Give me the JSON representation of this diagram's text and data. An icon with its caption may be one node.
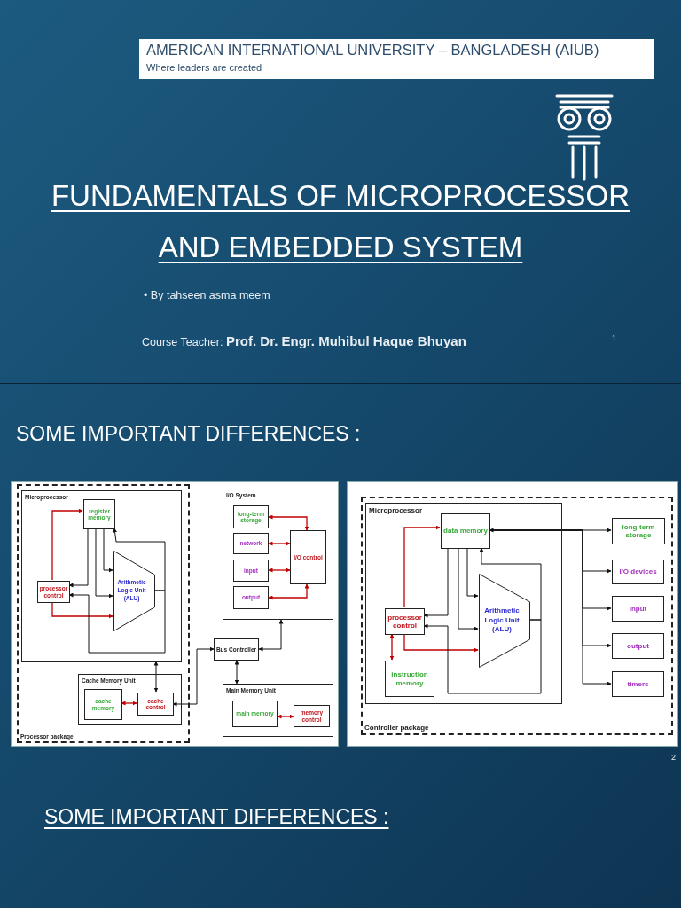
{
  "diagram": {
    "title": "FUNDAMENTALS OF MICROPROCESSOR AND EMBEDDED SYSTEM",
    "nodes": [
      {
        "text": [
          "Processor package"
        ]
      },
      {
        "text": [
          "Microprocessor"
        ],
        "in": 0
      },
      {
        "text": [
          "register memory"
        ],
        "in": 1
      },
      {
        "text": [
          "processor control"
        ],
        "in": 1
      },
      {
        "text": [
          "Arithmetic Logic Unit (ALU)"
        ],
        "in": 1
      },
      {
        "text": [
          "Cache Memory Unit"
        ],
        "in": 0
      },
      {
        "text": [
          "cache memory"
        ],
        "in": 5
      },
      {
        "text": [
          "cache control"
        ],
        "in": 5
      },
      {
        "text": [
          "I/O System"
        ]
      },
      {
        "text": [
          "long-term storage"
        ],
        "in": 8
      },
      {
        "text": [
          "network"
        ],
        "in": 8
      },
      {
        "text": [
          "input"
        ],
        "in": 8
      },
      {
        "text": [
          "output"
        ],
        "in": 8
      },
      {
        "text": [
          "I/O control"
        ],
        "in": 8
      },
      {
        "text": [
          "Bus Controller"
        ]
      },
      {
        "text": [
          "Main Memory Unit"
        ]
      },
      {
        "text": [
          "main memory"
        ],
        "in": 15
      },
      {
        "text": [
          "memory control"
        ],
        "in": 15
      },
      {
        "text": [
          "Controller package"
        ]
      },
      {
        "text": [
          "Microprocessor"
        ],
        "in": 18
      },
      {
        "text": [
          "data memory"
        ],
        "in": 19
      },
      {
        "text": [
          "processor control"
        ],
        "in": 19
      },
      {
        "text": [
          "Arithmetic Logic Unit (ALU)"
        ],
        "in": 19
      },
      {
        "text": [
          "instruction memory"
        ],
        "in": 19
      },
      {
        "text": [
          "long-term storage"
        ],
        "in": 18
      },
      {
        "text": [
          "I/O devices"
        ],
        "in": 18
      },
      {
        "text": [
          "input"
        ],
        "in": 18
      },
      {
        "text": [
          "output"
        ],
        "in": 18
      },
      {
        "text": [
          "timers"
        ],
        "in": 18
      }
    ],
    "edges": [
      {
        "from": 3,
        "to": 2,
        "arrow": "to",
        "color": "#c00000"
      },
      {
        "from": 2,
        "to": 3,
        "arrow": "to"
      },
      {
        "from": 2,
        "to": 4,
        "arrow": "to"
      },
      {
        "from": 2,
        "to": 4,
        "arrow": "to"
      },
      {
        "from": 3,
        "to": 4,
        "arrow": "to",
        "color": "#c00000"
      },
      {
        "from": 4,
        "to": 2,
        "arrow": "to"
      },
      {
        "from": 4,
        "to": 3,
        "arrow": "to"
      },
      {
        "from": 1,
        "to": 7,
        "arrow": "both"
      },
      {
        "from": 6,
        "to": 7,
        "arrow": "both",
        "color": "#c00000"
      },
      {
        "from": 7,
        "to": 14,
        "arrow": "both"
      },
      {
        "from": 14,
        "to": 8,
        "arrow": "both"
      },
      {
        "from": 14,
        "to": 15,
        "arrow": "both"
      },
      {
        "from": 9,
        "to": 13,
        "arrow": "both",
        "color": "#c00000"
      },
      {
        "from": 10,
        "to": 13,
        "arrow": "both",
        "color": "#c00000"
      },
      {
        "from": 11,
        "to": 13,
        "arrow": "both",
        "color": "#c00000"
      },
      {
        "from": 12,
        "to": 13,
        "arrow": "both",
        "color": "#c00000"
      },
      {
        "from": 16,
        "to": 17,
        "arrow": "both",
        "color": "#c00000"
      },
      {
        "from": 21,
        "to": 20,
        "arrow": "to",
        "color": "#c00000"
      },
      {
        "from": 20,
        "to": 21,
        "arrow": "to"
      },
      {
        "from": 20,
        "to": 22,
        "arrow": "to"
      },
      {
        "from": 20,
        "to": 22,
        "arrow": "to"
      },
      {
        "from": 21,
        "to": 22,
        "arrow": "to",
        "color": "#c00000"
      },
      {
        "from": 22,
        "to": 20,
        "arrow": "to"
      },
      {
        "from": 22,
        "to": 21,
        "arrow": "to"
      },
      {
        "from": 21,
        "to": 23,
        "arrow": "both",
        "color": "#c00000"
      },
      {
        "from": 20,
        "to": 24,
        "arrow": "both"
      },
      {
        "from": 20,
        "to": 25,
        "arrow": "to"
      },
      {
        "from": 20,
        "to": 26,
        "arrow": "to"
      },
      {
        "from": 20,
        "to": 27,
        "arrow": "to"
      },
      {
        "from": 20,
        "to": 28,
        "arrow": "to"
      }
    ],
    "labels": [
      "AMERICAN INTERNATIONAL UNIVERSITY – BANGLADESH (AIUB)",
      "Where leaders are created",
      "• By tahseen asma meem",
      "Course Teacher: **Prof. Dr. Engr. Muhibul Haque Bhuyan**",
      "1",
      "SOME IMPORTANT DIFFERENCES :",
      "2",
      "SOME IMPORTANT DIFFERENCES :"
    ]
  }
}
